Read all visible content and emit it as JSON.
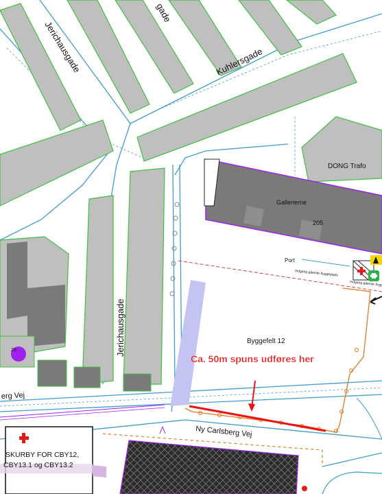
{
  "map": {
    "streets": {
      "jerichausgade_top": "Jerichausgade",
      "gade_fragment": "gade",
      "kuhlersgade": "Kuhlersgade",
      "jerichausgade_lower": "Jerichausgade",
      "erg_vej": "erg Vej",
      "ny_carlsberg_vej": "Ny Carlsberg Vej"
    },
    "buildings": {
      "dong_trafo": "DONG Trafo",
      "gallerierne": "Gallerierne",
      "building_number": "205",
      "port": "Port",
      "byggefelt": "Byggefelt 12"
    },
    "small_labels": {
      "route_1": "Indgang gående byggeplads",
      "route_2": "Indgang gående byggeplads",
      "circle_number": "23"
    },
    "annotation": {
      "text": "Ca. 50m spuns udføres her",
      "color": "#ee1111"
    },
    "skurby": {
      "line1": "SKURBY FOR CBY12,",
      "line2": "CBY13.1 og CBY13.2"
    },
    "icons": [
      "red-cross-icon",
      "first-aid-icon",
      "hazard-icon",
      "arrow-icon"
    ],
    "colors": {
      "building_fill": "#bfbfbf",
      "building_dark": "#7a7a7a",
      "green_outline": "#3cc23c",
      "road_outline": "#3f9bd0",
      "purple": "#a020f0",
      "orange": "#e07a20",
      "lavender": "#c4c4f2"
    }
  }
}
